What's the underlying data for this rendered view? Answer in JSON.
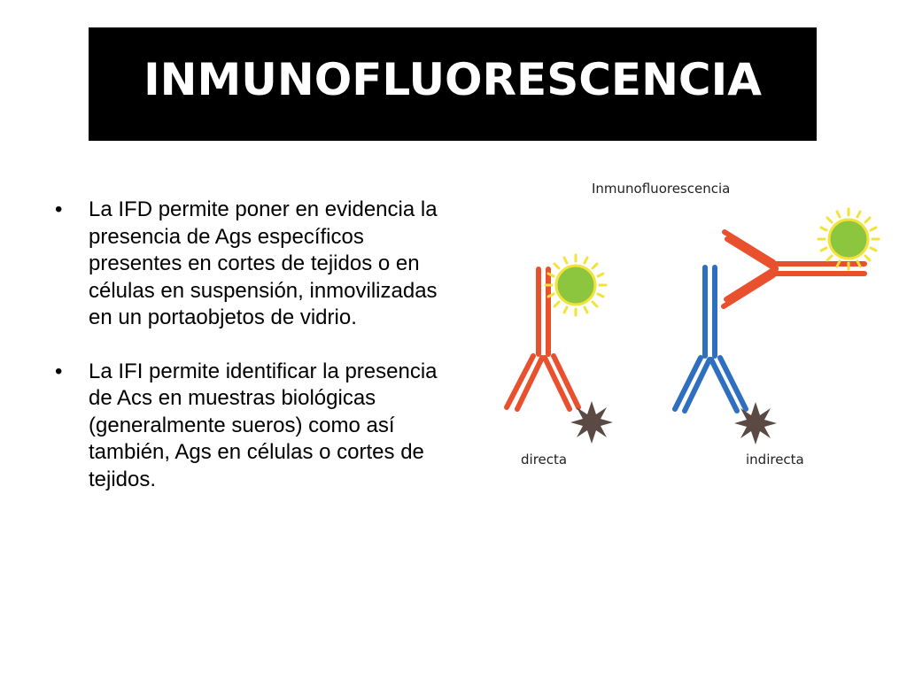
{
  "title": "INMUNOFLUORESCENCIA",
  "bullets": [
    {
      "text": "La IFD permite poner en evidencia la presencia de Ags específicos presentes en cortes de tejidos o en células en suspensión, inmovilizadas en un portaobjetos de vidrio."
    },
    {
      "text": "La IFI permite identificar la presencia de Acs en muestras biológicas (generalmente sueros) como así también, Ags en células o cortes de tejidos."
    }
  ],
  "bullet_symbol": "•",
  "figure": {
    "title": "Inmunofluorescencia",
    "label_direct": "directa",
    "label_indirect": "indirecta"
  },
  "colors": {
    "banner": "#000000",
    "antibody_primary_direct": "#e8502e",
    "antibody_primary_indirect": "#2f6fc0",
    "antibody_secondary": "#e8502e",
    "antigen": "#8cc63f",
    "antigen_glow": "#f2e33a",
    "fluorophore": "#5b4a44"
  }
}
